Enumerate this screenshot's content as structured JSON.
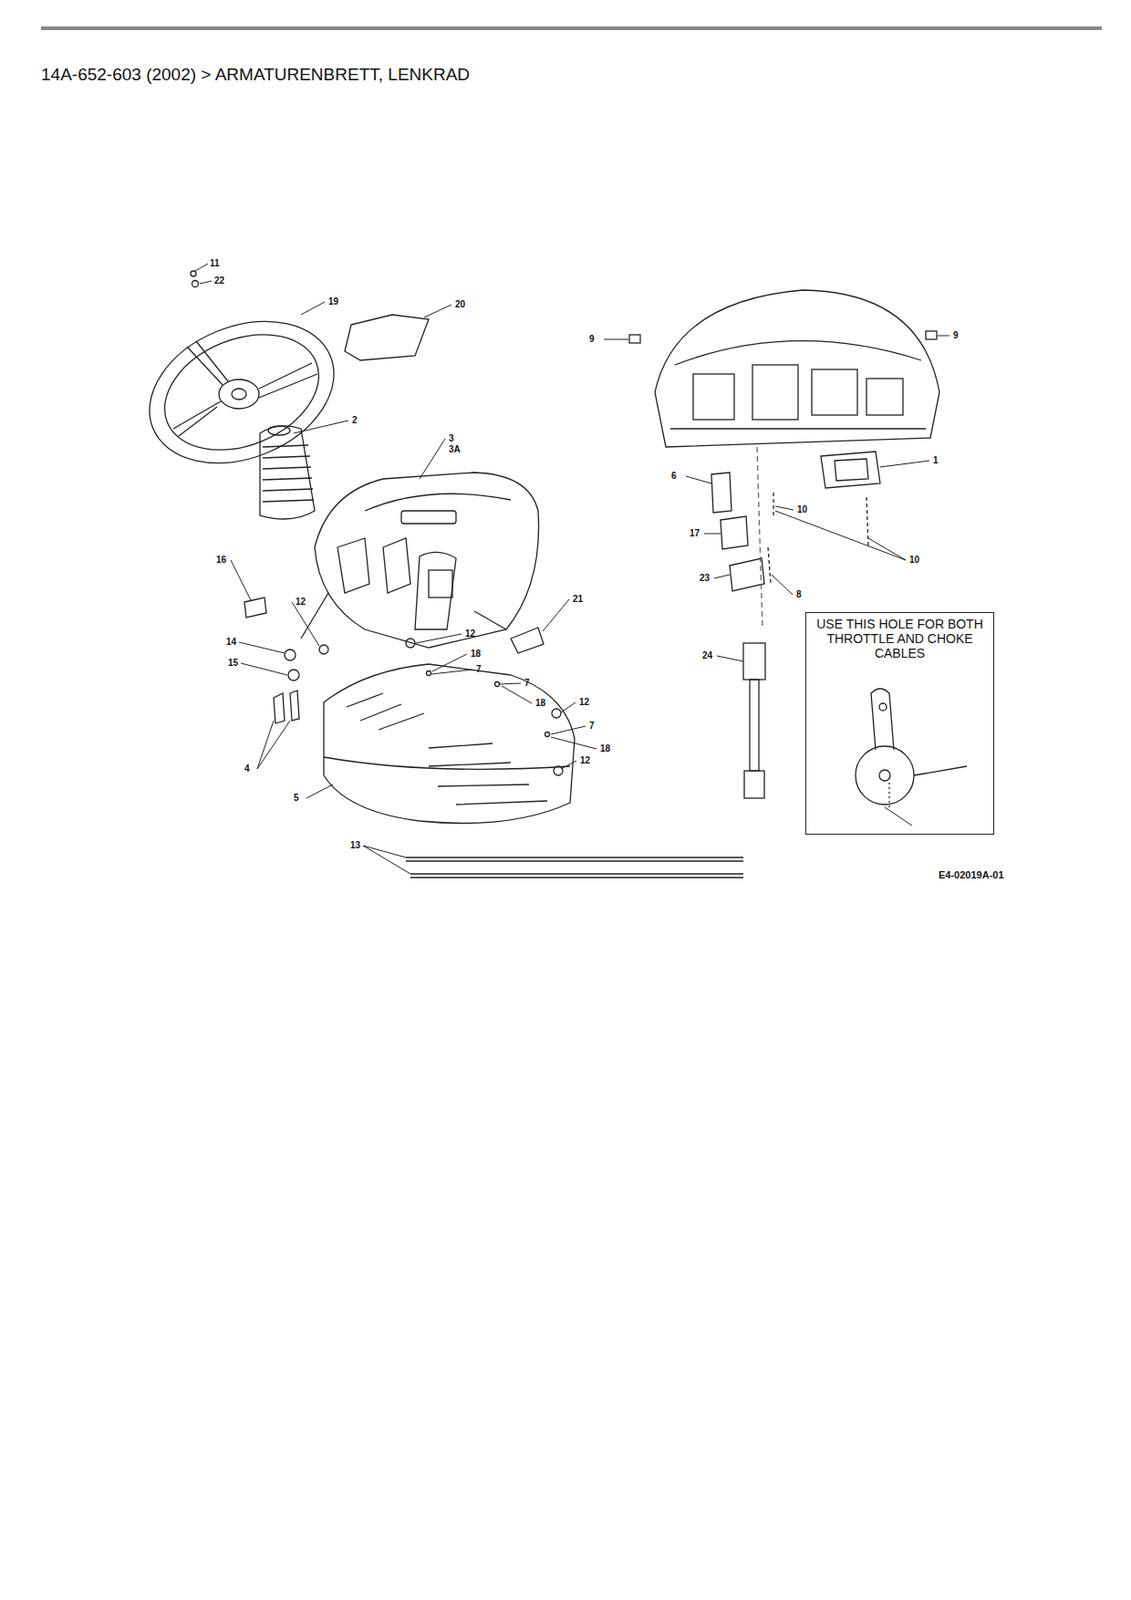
{
  "diagram": {
    "title": "14A-652-603 (2002)  >  ARMATURENBRETT, LENKRAD",
    "nodes": [
      {
        "text": [
          "USE THIS HOLE FOR BOTH THROTTLE AND CHOKE CABLES"
        ]
      }
    ],
    "labels": [
      "11",
      "22",
      "19",
      "20",
      "2",
      "3",
      "3A",
      "16",
      "12",
      "21",
      "14",
      "15",
      "12",
      "18",
      "7",
      "7",
      "18",
      "12",
      "7",
      "18",
      "12",
      "4",
      "5",
      "13",
      "9",
      "9",
      "1",
      "6",
      "10",
      "17",
      "23",
      "10",
      "8",
      "24",
      "E4-02019A-01"
    ]
  }
}
